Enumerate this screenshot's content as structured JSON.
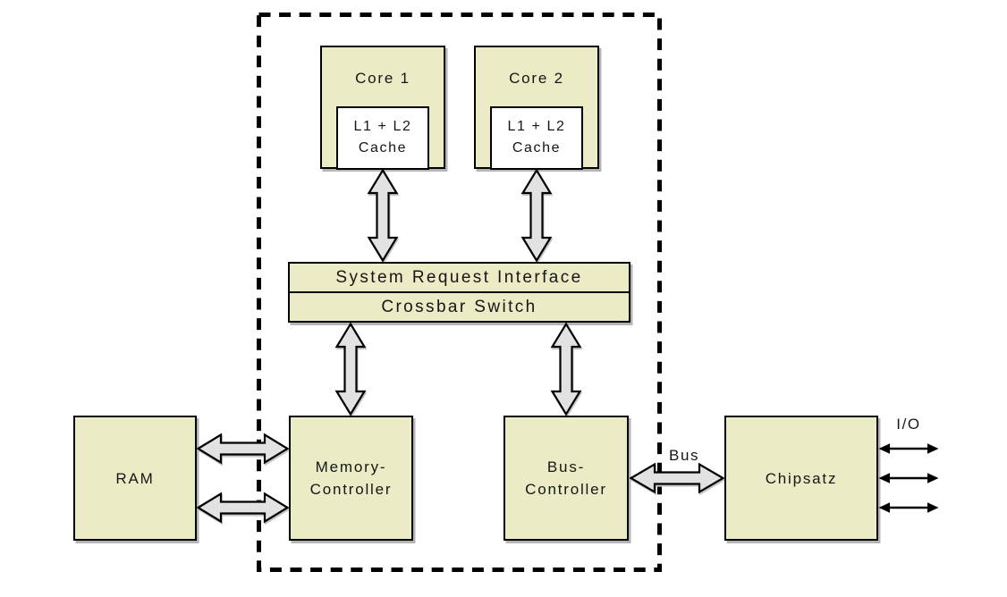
{
  "colors": {
    "box-fill": "#ebebc6",
    "cache-fill": "#ffffff",
    "arrow-fill": "#e2e2e2",
    "line": "#000000",
    "shadow": "#b4b4b4",
    "shadow-soft": "#c6c6c6",
    "text": "#161616"
  },
  "nodes": {
    "core1": {
      "label": "Core 1"
    },
    "core2": {
      "label": "Core 2"
    },
    "cache1": {
      "line1": "L1 + L2",
      "line2": "Cache"
    },
    "cache2": {
      "line1": "L1 + L2",
      "line2": "Cache"
    },
    "sri": {
      "label": "System Request Interface"
    },
    "crossbar": {
      "label": "Crossbar Switch"
    },
    "ram": {
      "label": "RAM"
    },
    "memory_controller": {
      "line1": "Memory-",
      "line2": "Controller"
    },
    "bus_controller": {
      "line1": "Bus-",
      "line2": "Controller"
    },
    "chipset": {
      "label": "Chipsatz"
    }
  },
  "edge_labels": {
    "bus": "Bus",
    "io": "I/O"
  }
}
